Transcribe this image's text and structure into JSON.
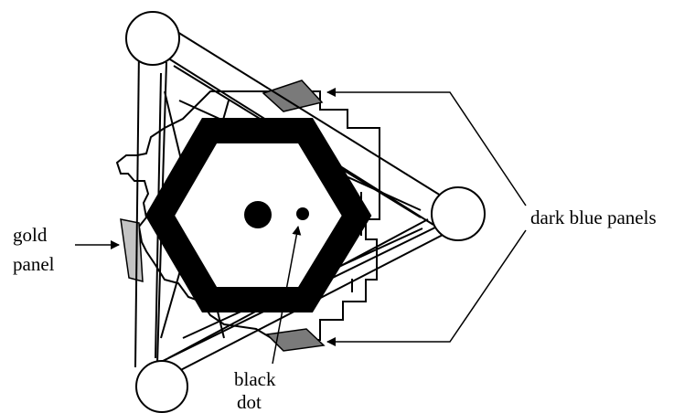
{
  "labels": {
    "gold_panel_line1": "gold",
    "gold_panel_line2": "panel",
    "dark_blue_panels": "dark blue panels",
    "black_dot_line1": "black",
    "black_dot_line2": "dot"
  },
  "colors": {
    "dark_panel": "#7a7a7a",
    "gold_panel": "#c4c4c4",
    "hexagon": "#000000",
    "line": "#000000",
    "background": "#ffffff"
  }
}
